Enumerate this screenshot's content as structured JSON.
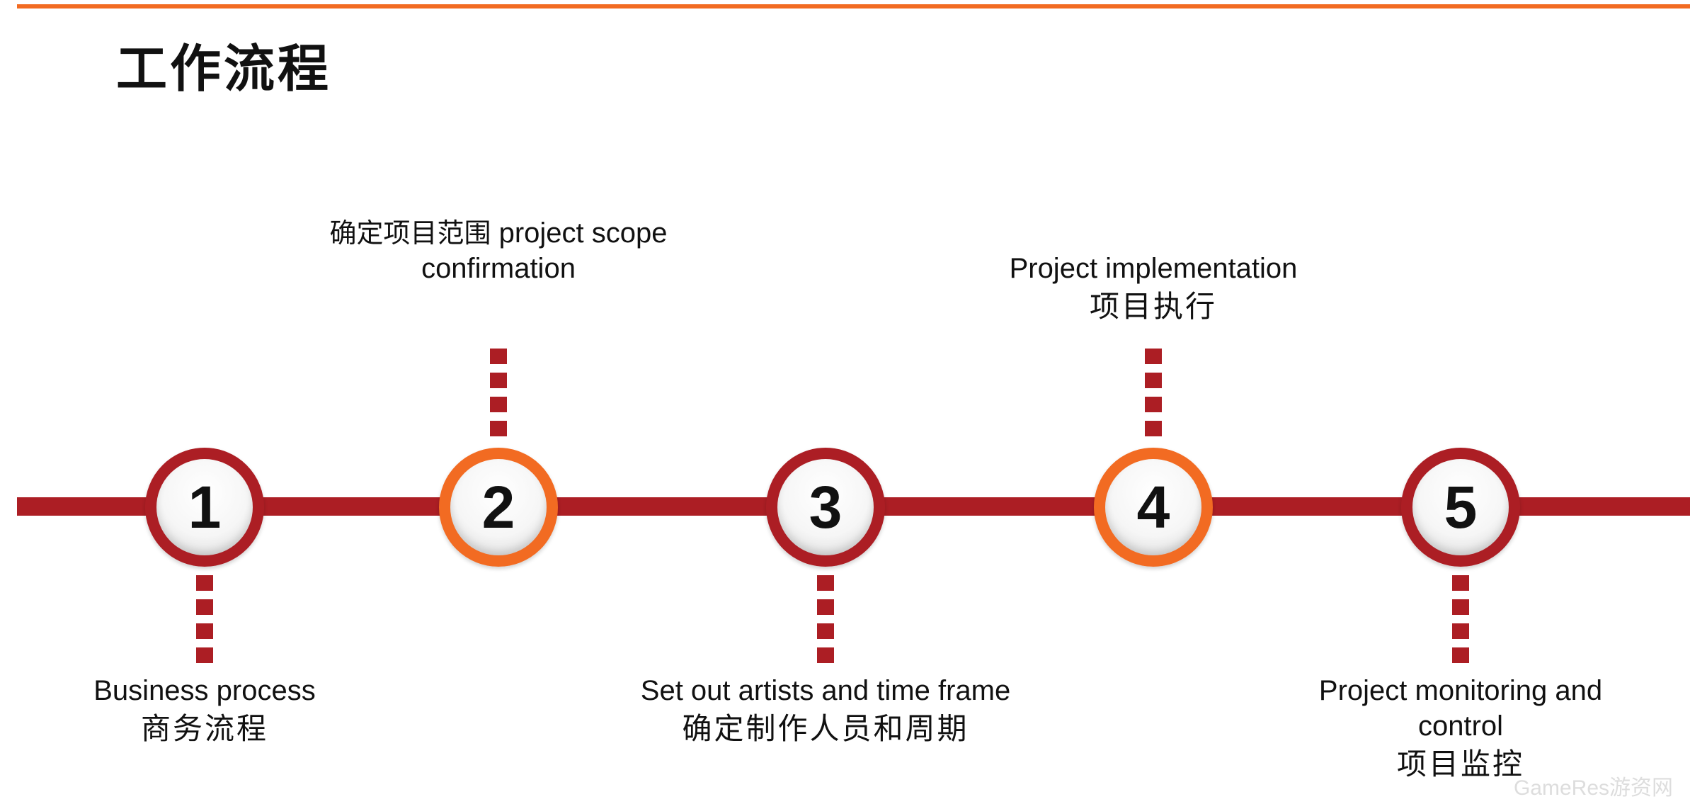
{
  "title": "工作流程",
  "accent_color": "#f26b22",
  "line_color": "#ac1e24",
  "steps": [
    {
      "number": "1",
      "en": "Business process",
      "cn": "商务流程",
      "position": "below"
    },
    {
      "number": "2",
      "cn_prefix": "确定项目范围",
      "en": "project scope confirmation",
      "position": "above"
    },
    {
      "number": "3",
      "en": "Set out artists and time frame",
      "cn": "确定制作人员和周期",
      "position": "below"
    },
    {
      "number": "4",
      "en": "Project implementation",
      "cn": "项目执行",
      "position": "above"
    },
    {
      "number": "5",
      "en": "Project monitoring and control",
      "cn": "项目监控",
      "position": "below"
    }
  ],
  "watermark": "GameRes游资网"
}
